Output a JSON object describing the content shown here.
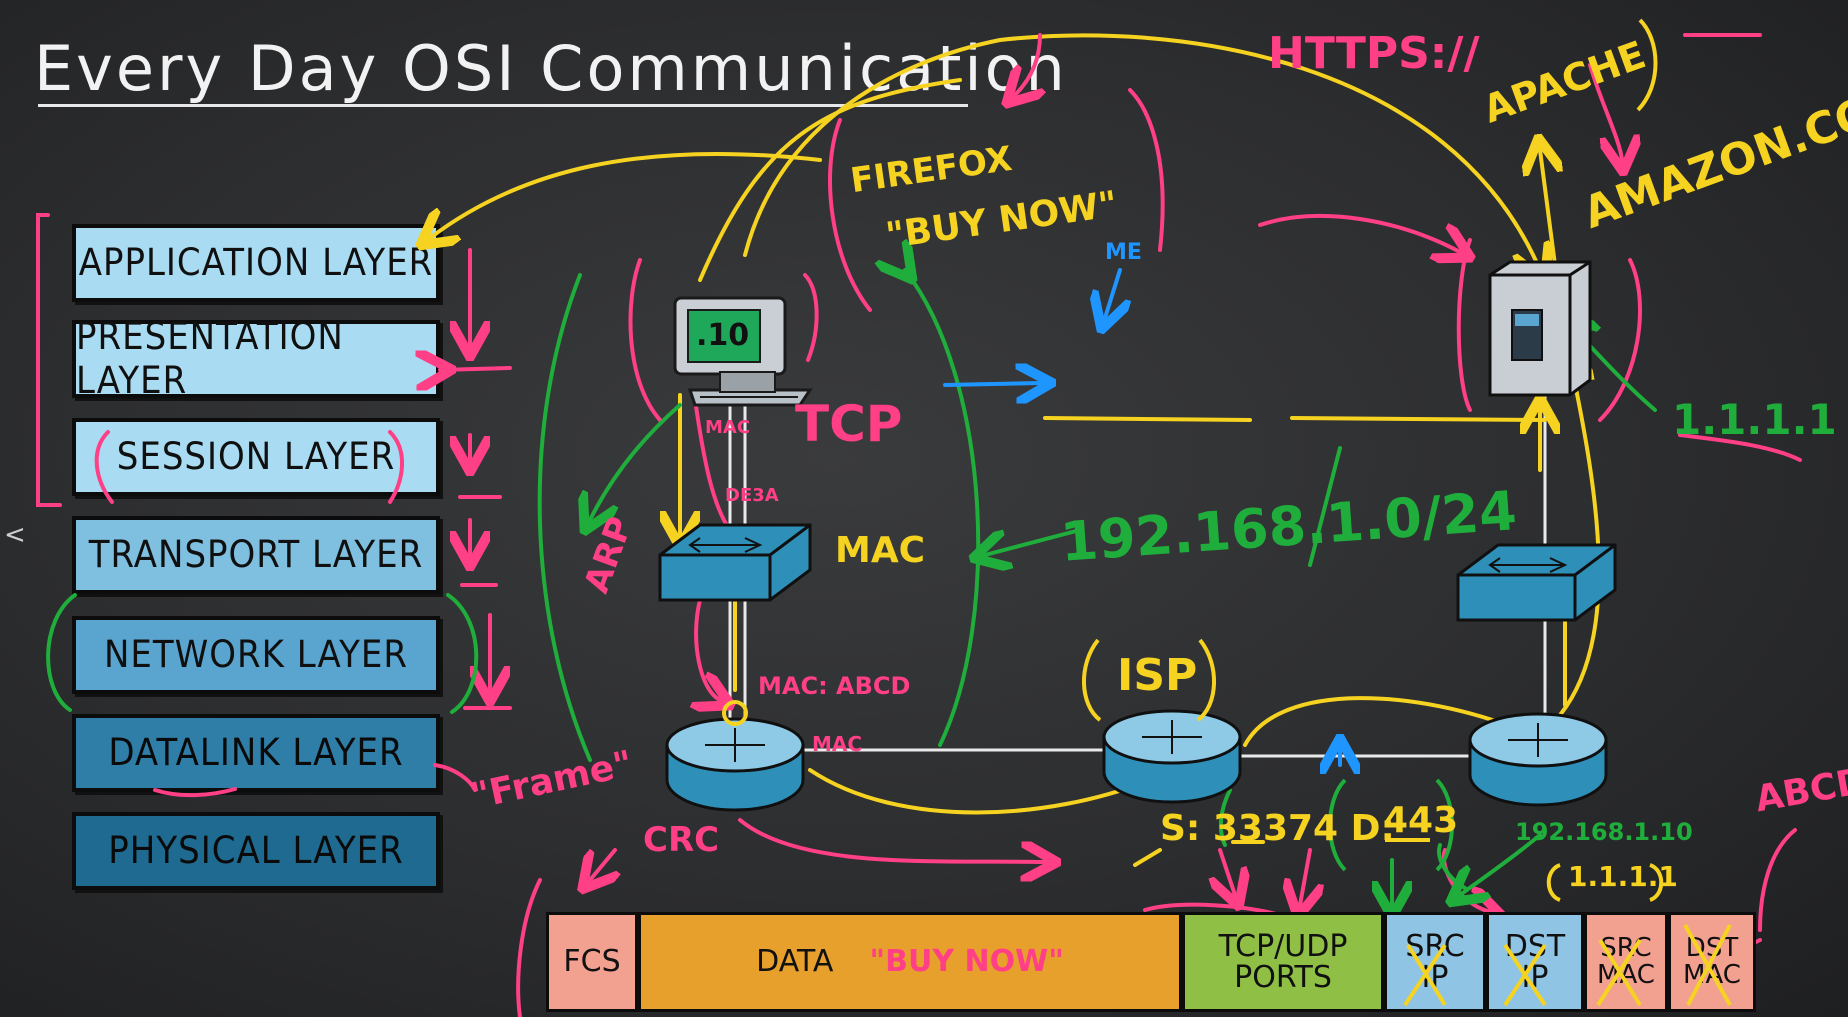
{
  "title": "Every Day OSI Communication",
  "layers": [
    {
      "label": "APPLICATION LAYER",
      "color": "#a9dcf3"
    },
    {
      "label": "PRESENTATION LAYER",
      "color": "#a9dcf3"
    },
    {
      "label": "SESSION LAYER",
      "color": "#a9dcf3"
    },
    {
      "label": "TRANSPORT LAYER",
      "color": "#7fbfdf"
    },
    {
      "label": "NETWORK LAYER",
      "color": "#5aa5cf"
    },
    {
      "label": "DATALINK LAYER",
      "color": "#2f7ea8"
    },
    {
      "label": "PHYSICAL LAYER",
      "color": "#1f6a90"
    }
  ],
  "annotations": {
    "firefox": "FIREFOX",
    "buy_now": "\"BUY NOW\"",
    "me": "ME",
    "https": "HTTPS://",
    "apache": "APACHE",
    "amazon": "AMAZON.COM",
    "pc_ip": ".10",
    "tcp": "TCP",
    "mac_small": "MAC",
    "mac_big": "MAC",
    "de3a": "DE3A",
    "arp": "ARP",
    "subnet": "192.168.1.0/24",
    "server_ip": "1.1.1.1",
    "isp": "ISP",
    "mac_abcd": "MAC: ABCD",
    "mac_router": "MAC",
    "frame": "\"Frame\"",
    "crc": "CRC",
    "ports": "S: 33374   D:",
    "port_443": "443",
    "host_ip": "192.168.1.10",
    "dst_ip_boxed": "1.1.1.1",
    "abcd": "ABCD"
  },
  "frame_fields": [
    {
      "label": "FCS",
      "color": "#f2a090"
    },
    {
      "label": "DATA",
      "color": "#e8a02c",
      "extra": "\"BUY NOW\""
    },
    {
      "label": "TCP/UDP PORTS",
      "color": "#8fbf45"
    },
    {
      "label": "SRC IP",
      "color": "#90c4e4"
    },
    {
      "label": "DST IP",
      "color": "#90c4e4"
    },
    {
      "label": "SRC MAC",
      "color": "#f2a090"
    },
    {
      "label": "DST MAC",
      "color": "#f2a090"
    }
  ],
  "icons": [
    "computer-icon",
    "switch-icon",
    "router-icon",
    "server-icon"
  ],
  "colors": {
    "pink": "#ff3f86",
    "yellow": "#f6d321",
    "green": "#1fae3b",
    "blue": "#1f96ff",
    "chalk": "#f2f2f2"
  },
  "nav": {
    "back": "<"
  }
}
